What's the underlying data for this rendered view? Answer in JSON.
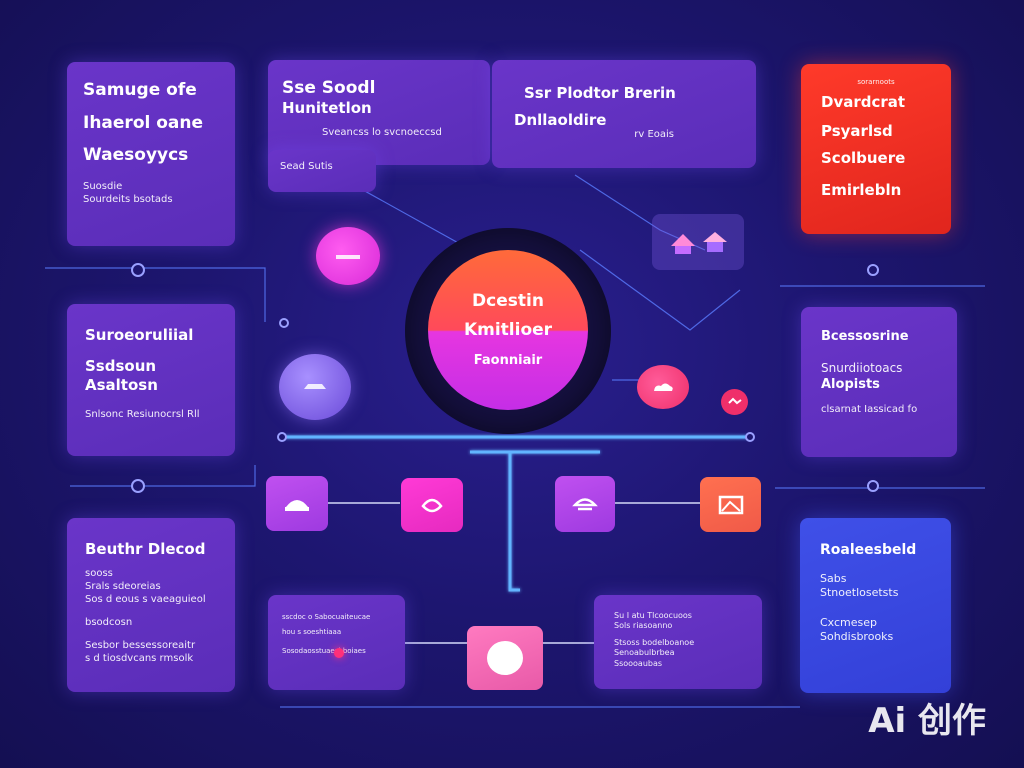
{
  "cards": {
    "top_left": {
      "title1": "Samuge ofe",
      "title2": "Ihaerol oane",
      "title3": "Waesoyycs",
      "line1": "Suosdie",
      "line2": "Sourdeits bsotads"
    },
    "top_mid": {
      "title1": "Sse Soodl",
      "title2": "Hunitetlon",
      "line1": "Sveancss lo svcnoeccsd",
      "line2": "Sead Sutis"
    },
    "top_mid2": {
      "title1": "Ssr Plodtor Brerin",
      "title2": "Dnllaoldire",
      "line1": "rv Eoais"
    },
    "top_right": {
      "line0": "sorarnoots",
      "title1": "Dvardcrat",
      "title2": "Psyarlsd",
      "title3": "Scolbuere",
      "title4": "Emirlebln"
    },
    "mid_left": {
      "title1": "Suroeoruliial",
      "title2": "Ssdsoun",
      "title3": "Asaltosn",
      "line1": "Snlsonc Resiunocrsl Rll"
    },
    "mid_right": {
      "title1": "Bcessosrine",
      "line1": "Snurdiiotoacs",
      "line2": "Alopists",
      "line3": "clsarnat Iassicad fo"
    },
    "bot_left": {
      "title1": "Beuthr Dlecod",
      "line1": "sooss",
      "line2": "Srals sdeoreias",
      "line3": "Sos d eous s vaeaguieol",
      "line4": "bsodcosn",
      "line5": "Sesbor bessessoreaitr",
      "line6": "s d tiosdvcans rmsolk"
    },
    "bot_right": {
      "title1": "Roaleesbeld",
      "line1": "Sabs",
      "line2": "Stnoetlosetsts",
      "line3": "Cxcmesep",
      "line4": "Sohdisbrooks"
    },
    "bot_mid_left": {
      "line1": "sscdoc o Sabocuaiteucae",
      "line2": "hou s soeshtiaaa",
      "line3": "Sosodaosstuaesbboiaes"
    },
    "bot_mid_right": {
      "line1": "Su I atu Tlcoocuoos",
      "line2": "Sols riasoanno",
      "line3": "Stsoss bodelboanoe",
      "line4": "Senoabulbrbea",
      "line5": "Ssoooaubas"
    }
  },
  "hub": {
    "line1": "Dcestin",
    "line2": "Kmitlioer",
    "line3": "Faonniair"
  },
  "watermark": "Ai 创作",
  "colors": {
    "card": "#6a35c9",
    "red": "#ff3a2a",
    "blue": "#3f50e8",
    "pink": "#ff2fd6",
    "orange": "#ff6a4a",
    "wire": "#5aa9ff"
  }
}
